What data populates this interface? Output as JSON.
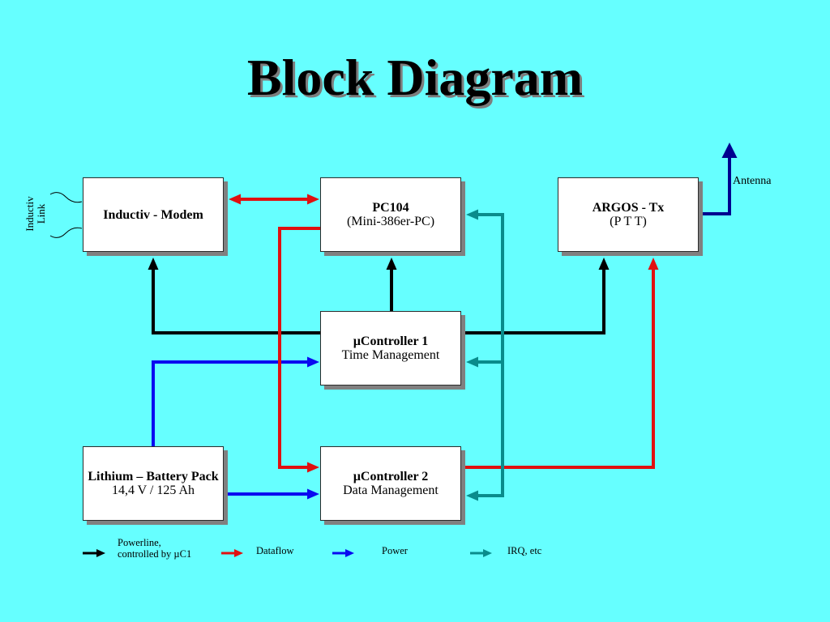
{
  "title": "Block Diagram",
  "colors": {
    "background": "#66FFFF",
    "antenna": "#00008F"
  },
  "blocks": {
    "inductiv_modem": {
      "title": "Inductiv - Modem"
    },
    "pc104": {
      "title": "PC104",
      "subtitle": "(Mini-386er-PC)"
    },
    "argos_tx": {
      "title": "ARGOS - Tx",
      "subtitle": "(P T T)"
    },
    "controller_1": {
      "title": "µController 1",
      "subtitle": "Time Management"
    },
    "battery_pack": {
      "title": "Lithium – Battery Pack",
      "subtitle": "14,4 V / 125 Ah"
    },
    "controller_2": {
      "title": "µController 2",
      "subtitle": "Data Management"
    }
  },
  "labels": {
    "antenna": "Antenna",
    "inductiv_link": [
      "Inductiv",
      "Link"
    ]
  },
  "legend": [
    {
      "label": [
        "Powerline,",
        "controlled by µC1"
      ],
      "color": "#000000"
    },
    {
      "label": "Dataflow",
      "color": "#E01010"
    },
    {
      "label": "Power",
      "color": "#0A0AF0"
    },
    {
      "label": "IRQ, etc",
      "color": "#0A8C8C"
    }
  ]
}
